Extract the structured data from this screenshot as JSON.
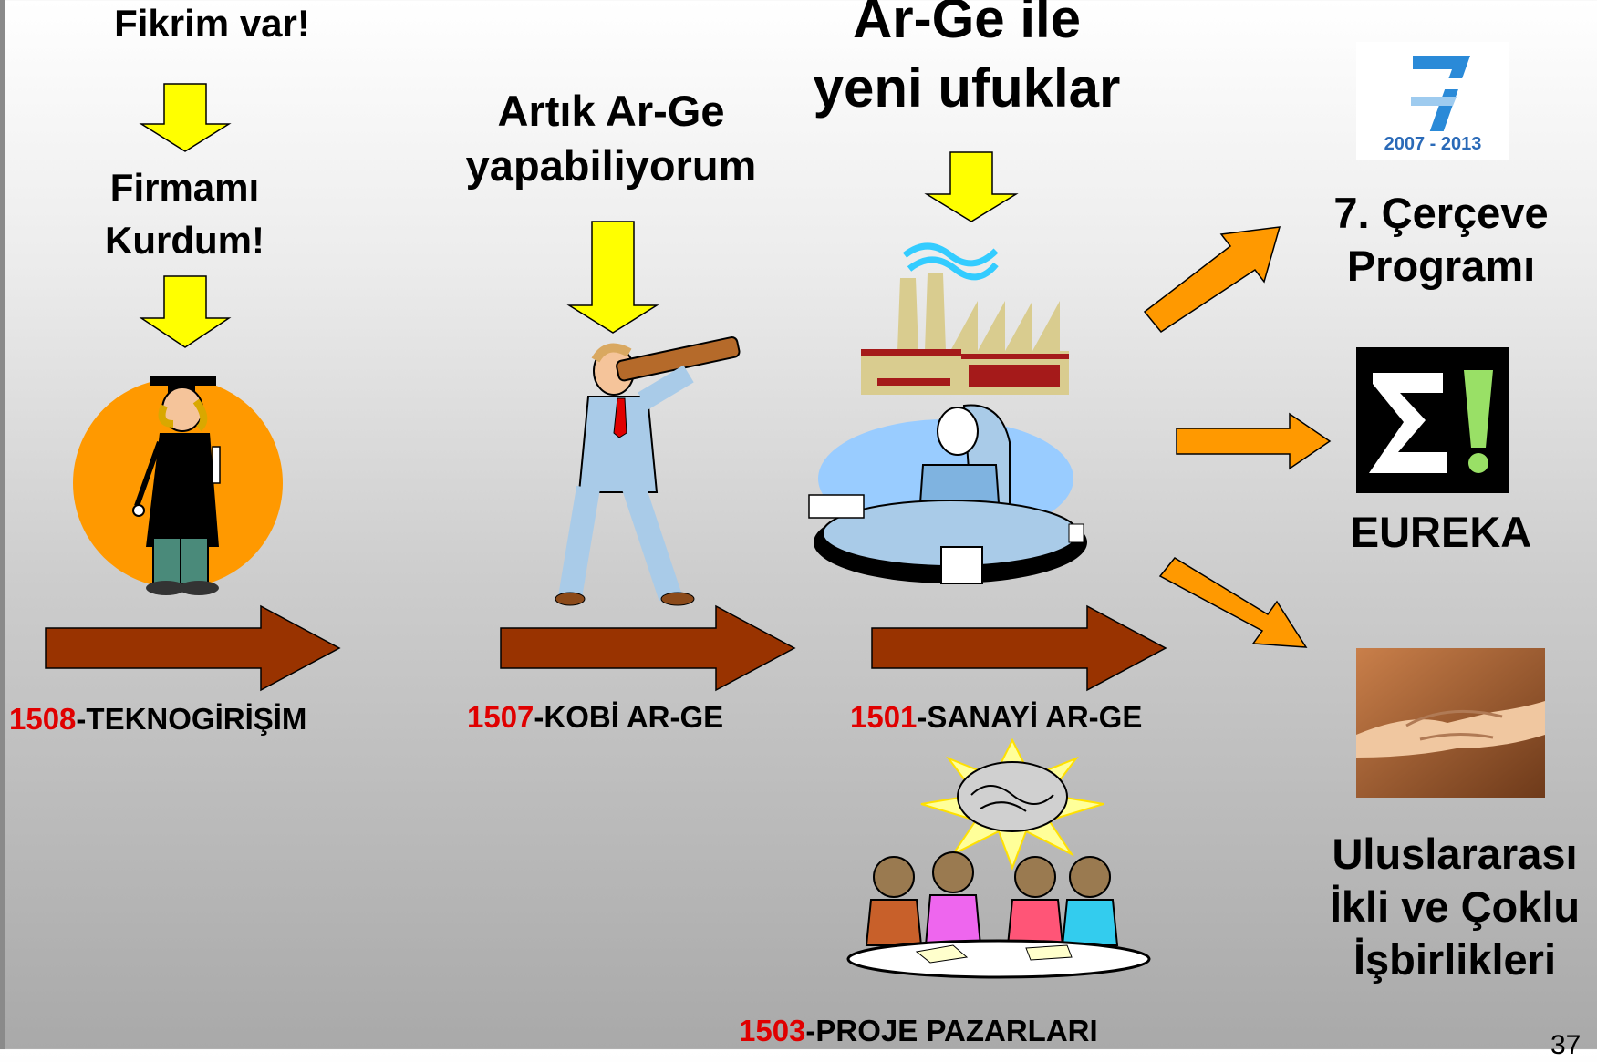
{
  "stages": {
    "s1": {
      "line1": "Fikrim var!",
      "line2": "Firmamı",
      "line3": "Kurdum!",
      "code": "1508",
      "name": "-TEKNOGİRİŞİM"
    },
    "s2": {
      "line1": "Artık Ar-Ge",
      "line2": "yapabiliyorum",
      "code": "1507",
      "name": "-KOBİ AR-GE"
    },
    "s3": {
      "line1": "Ar-Ge ile",
      "line2": "yeni ufuklar",
      "code": "1501",
      "name": "-SANAYİ AR-GE"
    },
    "s4": {
      "code": "1503",
      "name": "-PROJE PAZARLARI"
    }
  },
  "international": {
    "fp7": {
      "logo_text": "2007 - 2013",
      "line1": "7. Çerçeve",
      "line2": "Programı"
    },
    "eureka": {
      "label": "EUREKA"
    },
    "intl": {
      "line1": "Uluslararası",
      "line2": "İkli ve Çoklu",
      "line3": "İşbirlikleri"
    }
  },
  "page_number": "37",
  "colors": {
    "yellow_arrow": "#ffff00",
    "brown_arrow": "#993300",
    "orange_arrow": "#ff9900",
    "code_red": "#e00000"
  }
}
